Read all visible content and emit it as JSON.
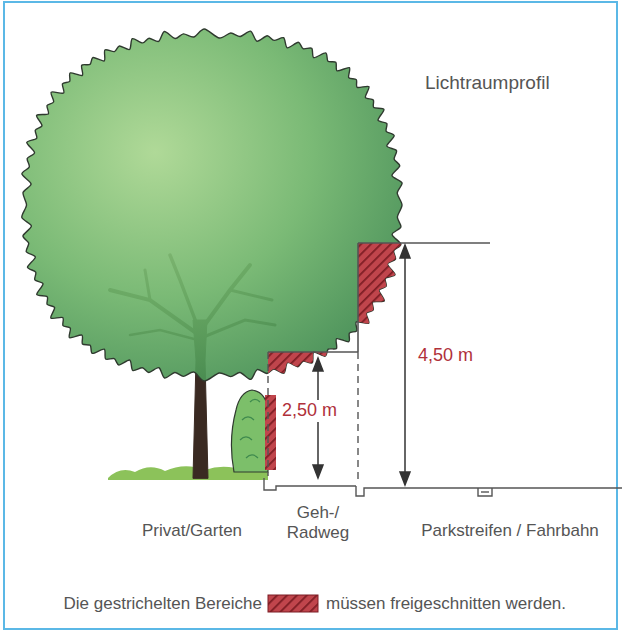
{
  "diagram": {
    "title": "Lichtraumprofil",
    "labels": [
      "4,50 m",
      "2,50 m",
      "Privat/Garten",
      "Geh-/ Radweg",
      "Parkstreifen / Fahrbahn",
      "Die gestrichelten Bereiche",
      "müssen freigeschnitten werden."
    ]
  }
}
